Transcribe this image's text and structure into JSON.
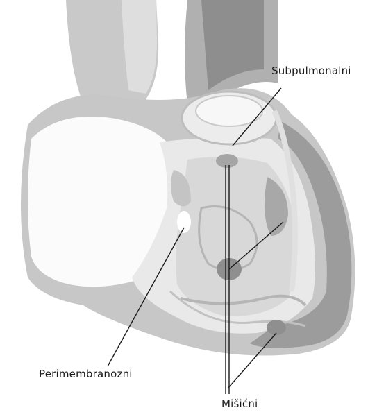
{
  "labels": {
    "subpulmonary": "Subpulmonalni",
    "perimembranous": "Perimembranozni",
    "muscular": "Mišićni"
  },
  "colors": {
    "background": "#ffffff",
    "outer_wall": "#c7c7c7",
    "outer_wall_dark": "#9c9c9c",
    "ventricle_wall": "#a9a9a9",
    "chamber_light": "#efefef",
    "chamber_white": "#fbfbfb",
    "defect": "#8f8f8f",
    "line": "#1a1a1a"
  }
}
